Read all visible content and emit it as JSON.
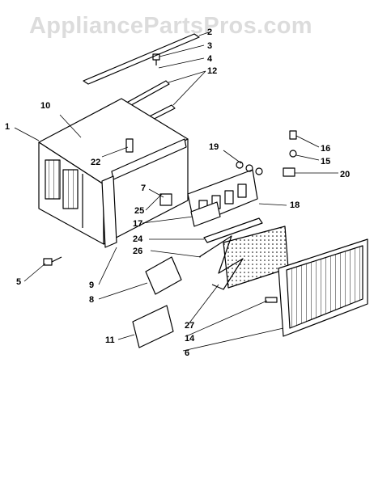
{
  "watermark": "AppliancePartsPros.com",
  "callouts": [
    "2",
    "3",
    "4",
    "12",
    "10",
    "1",
    "22",
    "7",
    "25",
    "17",
    "19",
    "18",
    "16",
    "15",
    "20",
    "24",
    "26",
    "5",
    "9",
    "8",
    "11",
    "27",
    "14",
    "6"
  ],
  "colors": {
    "ink": "#000000",
    "watermark": "#dcdcdc",
    "background": "#ffffff"
  }
}
